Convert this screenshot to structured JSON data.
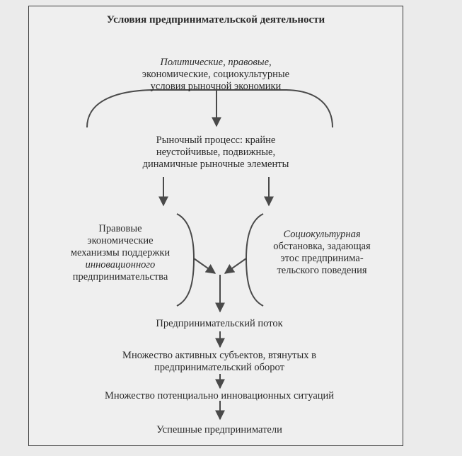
{
  "title": "Условия предпринимательской деятельности",
  "conditions": {
    "line1": "Политические, правовые,",
    "line2": "экономические, социокультурные",
    "line3": "условия рыночной экономики"
  },
  "market": {
    "line1": "Рыночный  процесс: крайне",
    "line2": "неустойчивые, подвижные,",
    "line3": "динамичные рыночные элементы"
  },
  "legal": {
    "line1": "Правовые",
    "line2": "экономические",
    "line3": "механизмы поддержки",
    "line4": "инновационного",
    "line5": "предпринимательства"
  },
  "socio": {
    "line1": "Социокультурная",
    "line2": "обстановка, задающая",
    "line3": "этос предпринима-",
    "line4": "тельского поведения"
  },
  "flow": "Предпринимательский поток",
  "subjects": {
    "line1": "Множество активных субъектов, втянутых в",
    "line2": "предпринимательский оборот"
  },
  "situations": "Множество потенциально инновационных ситуаций",
  "success": "Успешные предприниматели"
}
